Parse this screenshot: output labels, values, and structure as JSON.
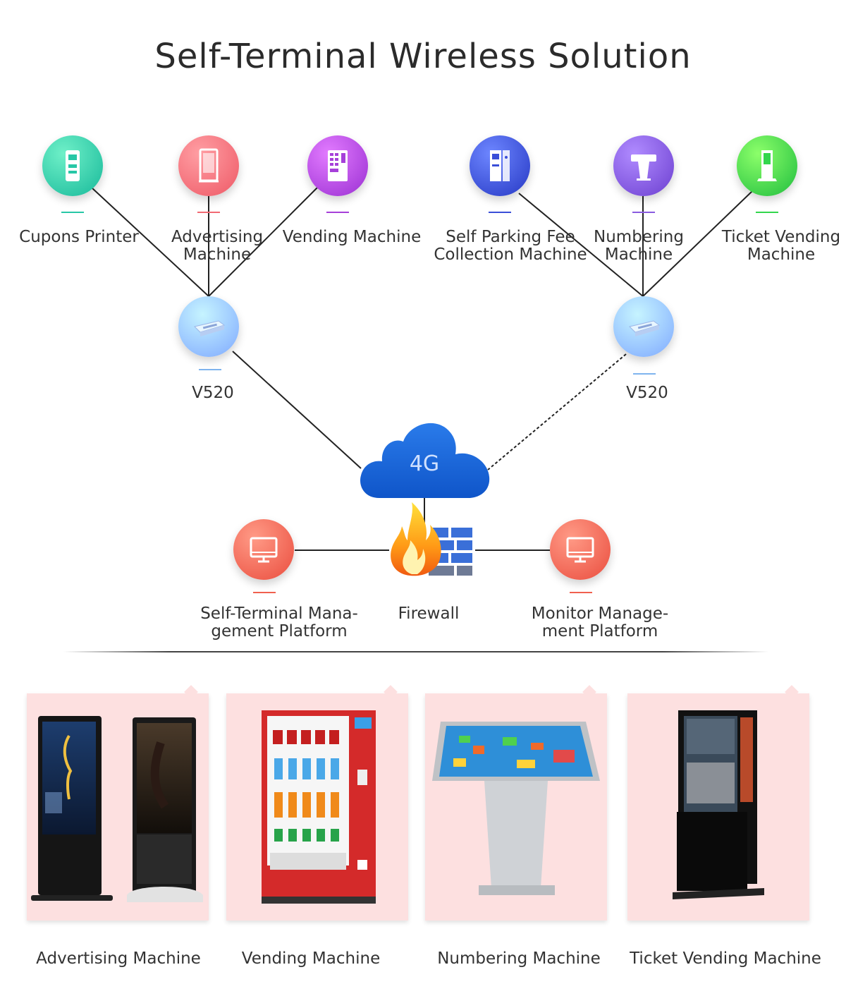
{
  "title": "Self-Terminal Wireless Solution",
  "terminals": [
    {
      "id": "coupons",
      "label": "Cupons Printer",
      "color": "#27c7a6",
      "dash": "#27c7a6",
      "icon": "printer-kiosk-icon"
    },
    {
      "id": "advertising",
      "label": "Advertising\nMachine",
      "color": "#f16a73",
      "dash": "#f16a73",
      "icon": "advertising-display-icon"
    },
    {
      "id": "vending",
      "label": "Vending Machine",
      "color": "#a640d9",
      "dash": "#a640d9",
      "icon": "vending-machine-icon"
    },
    {
      "id": "parking",
      "label": "Self Parking Fee\nCollection Machine",
      "color": "#3b4fd8",
      "dash": "#3b4fd8",
      "icon": "parking-kiosk-icon"
    },
    {
      "id": "numbering",
      "label": "Numbering\nMachine",
      "color": "#8a5be0",
      "dash": "#8a5be0",
      "icon": "numbering-terminal-icon"
    },
    {
      "id": "ticket",
      "label": "Ticket Vending\nMachine",
      "color": "#33d64c",
      "dash": "#33d64c",
      "icon": "ticket-kiosk-icon"
    }
  ],
  "gateways": [
    {
      "id": "left",
      "label": "V520",
      "icon": "router-icon"
    },
    {
      "id": "right",
      "label": "V520",
      "icon": "router-icon"
    }
  ],
  "cloud": {
    "label": "4G",
    "color": "#1565d8",
    "icon": "cloud-icon"
  },
  "firewall": {
    "label": "Firewall",
    "icon": "firewall-icon"
  },
  "platforms": [
    {
      "id": "self",
      "label": "Self-Terminal Mana-\ngement Platform",
      "color": "#f0604f",
      "icon": "monitor-icon"
    },
    {
      "id": "monitor",
      "label": "Monitor Manage-\nment Platform",
      "color": "#f0604f",
      "icon": "monitor-icon"
    }
  ],
  "products": [
    {
      "id": "advertising",
      "label": "Advertising Machine"
    },
    {
      "id": "vending",
      "label": "Vending Machine"
    },
    {
      "id": "numbering",
      "label": "Numbering Machine"
    },
    {
      "id": "ticket",
      "label": "Ticket Vending Machine"
    }
  ]
}
